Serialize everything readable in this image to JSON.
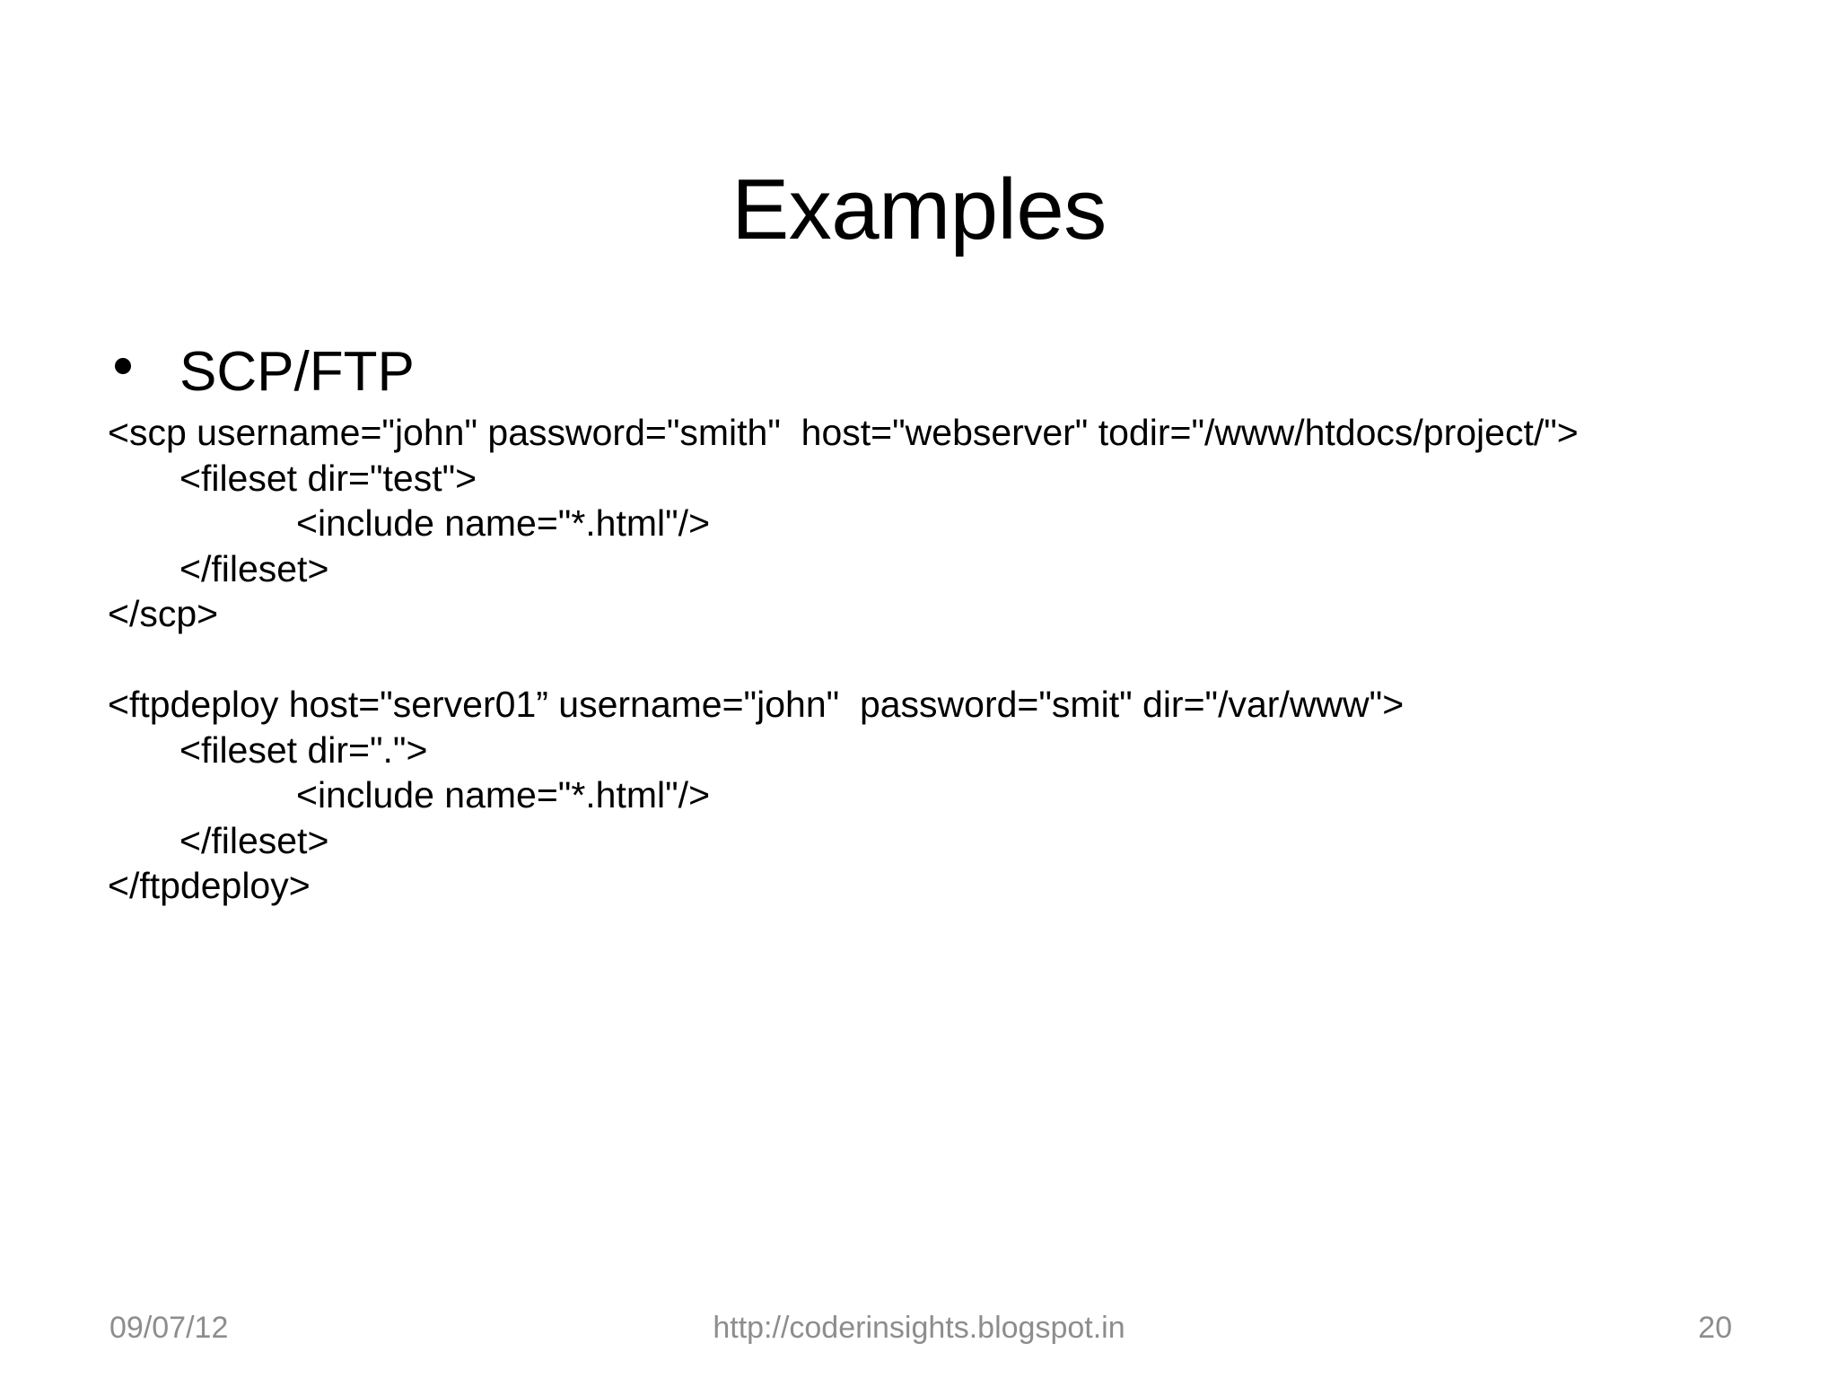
{
  "slide": {
    "title": "Examples",
    "background_color": "#ffffff",
    "text_color": "#000000",
    "footer_color": "#8d8d8d"
  },
  "body": {
    "bullets": [
      {
        "marker": "•",
        "label": "SCP/FTP"
      }
    ],
    "code_lines": [
      {
        "indent": 0,
        "text": "<scp username=\"john\" password=\"smith\"  host=\"webserver\" todir=\"/www/htdocs/project/\">"
      },
      {
        "indent": 1,
        "text": "<fileset dir=\"test\">"
      },
      {
        "indent": 2,
        "text": "<include name=\"*.html\"/>"
      },
      {
        "indent": 1,
        "text": "</fileset>"
      },
      {
        "indent": 0,
        "text": "</scp>"
      },
      {
        "indent": 0,
        "text": " "
      },
      {
        "indent": 0,
        "text": "<ftpdeploy host=\"server01” username=\"john\"  password=\"smit\" dir=\"/var/www\">"
      },
      {
        "indent": 1,
        "text": "<fileset dir=\".\">"
      },
      {
        "indent": 2,
        "text": "<include name=\"*.html\"/>"
      },
      {
        "indent": 1,
        "text": "</fileset>"
      },
      {
        "indent": 0,
        "text": "</ftpdeploy>"
      }
    ]
  },
  "footer": {
    "date": "09/07/12",
    "url": "http://coderinsights.blogspot.in",
    "page_number": "20"
  }
}
